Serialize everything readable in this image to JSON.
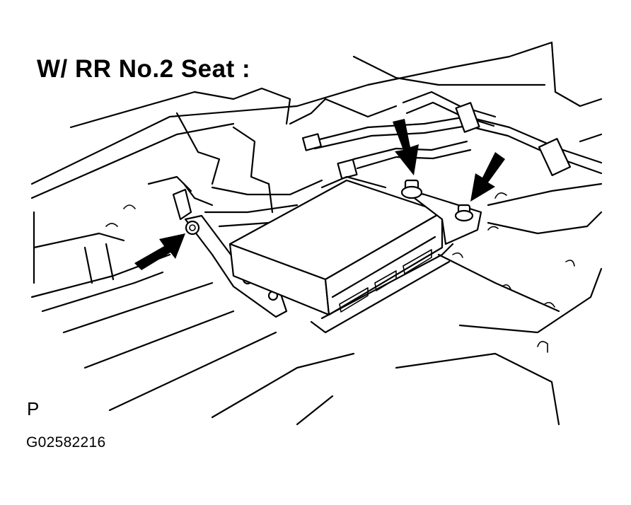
{
  "title": "W/ RR No.2 Seat :",
  "view_marker": "P",
  "figure_id": "G02582216"
}
